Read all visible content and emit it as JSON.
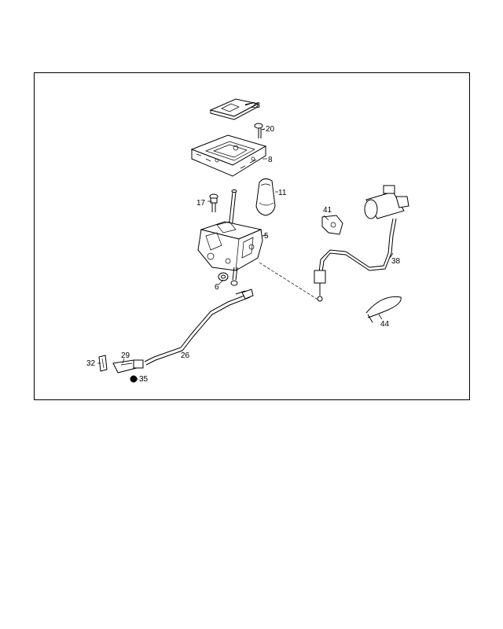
{
  "diagram": {
    "labels": [
      "23",
      "20",
      "8",
      "17",
      "11",
      "5",
      "6",
      "41",
      "38",
      "44",
      "26",
      "32",
      "29",
      "35"
    ],
    "colors": {
      "line": "#000000",
      "background": "#ffffff"
    }
  }
}
